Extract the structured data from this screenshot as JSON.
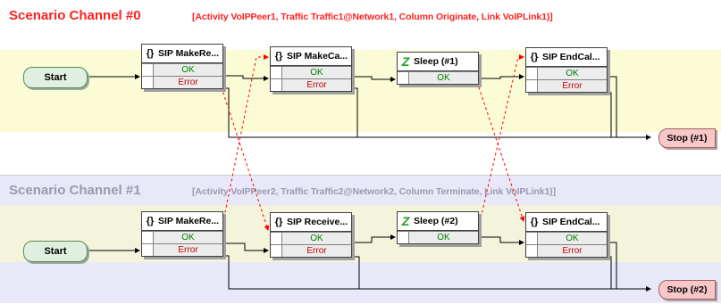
{
  "channels": [
    {
      "title": "Scenario Channel #0",
      "description": "[Activity VoIPPeer1, Traffic Traffic1@Network1, Column Originate, Link VoIPLink1)]",
      "start_label": "Start",
      "stop_label": "Stop (#1)",
      "nodes": [
        {
          "title": "SIP MakeRe...",
          "icon": "{}",
          "outputs": [
            "OK",
            "Error"
          ]
        },
        {
          "title": "SIP MakeCa...",
          "icon": "{}",
          "outputs": [
            "OK",
            "Error"
          ]
        },
        {
          "title": "Sleep (#1)",
          "icon": "Z",
          "outputs": [
            "OK"
          ]
        },
        {
          "title": "SIP EndCal...",
          "icon": "{}",
          "outputs": [
            "OK",
            "Error"
          ]
        }
      ]
    },
    {
      "title": "Scenario Channel #1",
      "description": "[Activity VoIPPeer2, Traffic Traffic2@Network2, Column Terminate, Link VoIPLink1)]",
      "start_label": "Start",
      "stop_label": "Stop (#2)",
      "nodes": [
        {
          "title": "SIP MakeRe...",
          "icon": "{}",
          "outputs": [
            "OK",
            "Error"
          ]
        },
        {
          "title": "SIP Receive...",
          "icon": "{}",
          "outputs": [
            "OK",
            "Error"
          ]
        },
        {
          "title": "Sleep (#2)",
          "icon": "Z",
          "outputs": [
            "OK"
          ]
        },
        {
          "title": "SIP EndCal...",
          "icon": "{}",
          "outputs": [
            "OK",
            "Error"
          ]
        }
      ]
    }
  ],
  "colors": {
    "channel0_title": "#ff2020",
    "channel1_title": "#9a9ab0",
    "ok_text": "#008000",
    "error_text": "#c00000",
    "sync_link": "#ff0000",
    "start_fill": "#e0f0e0",
    "stop_fill": "#f8c8c8"
  }
}
